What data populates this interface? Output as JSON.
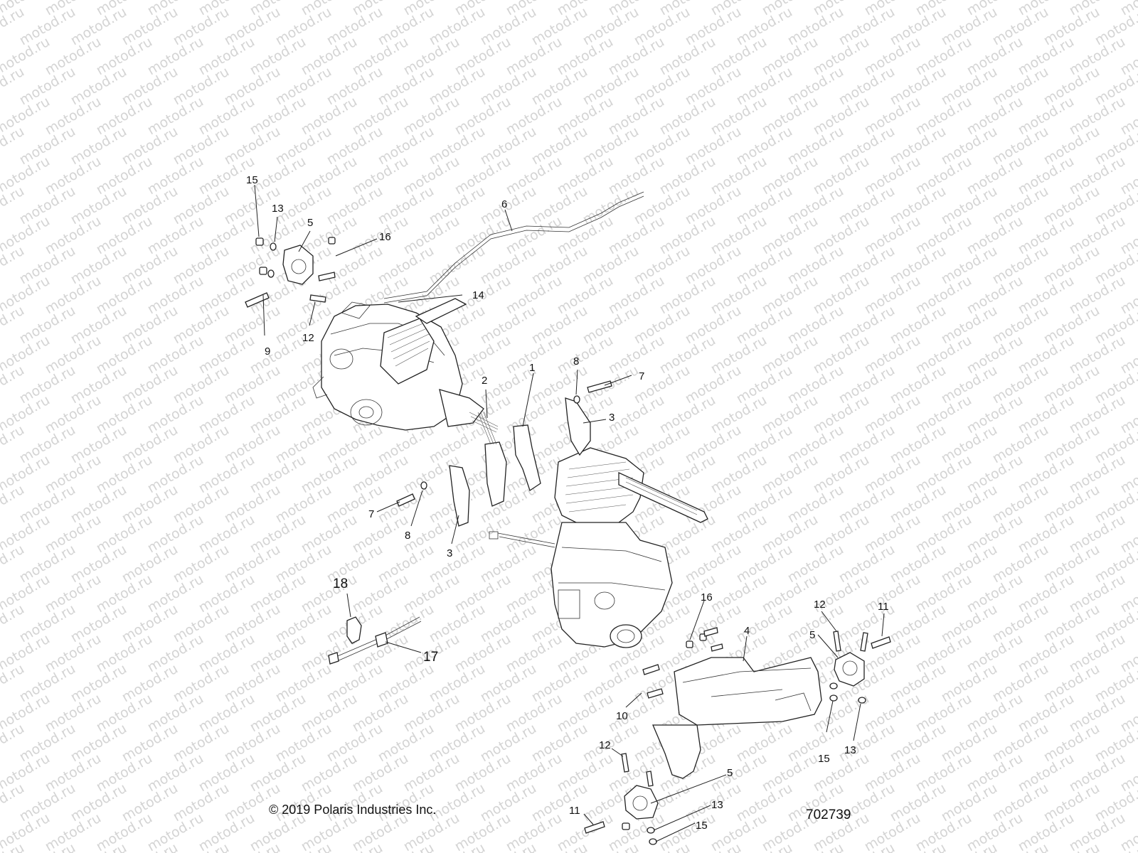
{
  "watermark": {
    "text": "motod.ru"
  },
  "footer": {
    "copyright": "© 2019 Polaris Industries Inc.",
    "drawing_number": "702739"
  },
  "callouts": {
    "c15a": "15",
    "c13a": "13",
    "c5a": "5",
    "c16a": "16",
    "c6": "6",
    "c14": "14",
    "c9": "9",
    "c12a": "12",
    "c2": "2",
    "c1": "1",
    "c8a": "8",
    "c7a": "7",
    "c3a": "3",
    "c7b": "7",
    "c8b": "8",
    "c3b": "3",
    "c18": "18",
    "c17": "17",
    "c16b": "16",
    "c4": "4",
    "c10": "10",
    "c12b": "12",
    "c11a": "11",
    "c5b": "5",
    "c15b": "15",
    "c13b": "13",
    "c12c": "12",
    "c5c": "5",
    "c11b": "11",
    "c13c": "13",
    "c15c": "15"
  }
}
